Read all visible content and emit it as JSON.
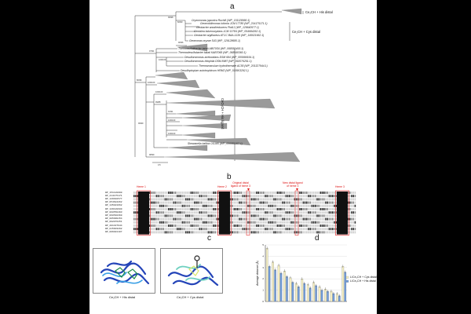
{
  "panels": {
    "a": "a",
    "b": "b",
    "c": "c",
    "d": "d"
  },
  "tree": {
    "clade_annotations": {
      "his_distal": "Ce₂CH + His distal",
      "cys_distal": "Ce₂CH + Cys distal",
      "his_ligand": "CeO₂CH + His ligand"
    },
    "leaves": [
      "Oryzomonas japonica Ruchi6 (WP_151128990.1)",
      "Geomobilimonas luticola JCM 17780 (WP_214175171.1)",
      "Geobacter anodireducens Pkd12 (WP_129640577.1)",
      "Geotalea toluenoxydans JCM 13784 (WP_054684262.1)",
      "Geobacter argillaceus ATCC BAA-1139 (WP_145021662.1)",
      "Geomonas oryzae S43 (WP_129128680.1)",
      "Thermosulfidibacter takaii ABI70S6 (WP_068550493.1)",
      "Thermodesulfobacter takaii KAB7068 (WP_068540360.1)",
      "Desulfuromonas acetoxidans DSM 684 (WP_005999154.1)",
      "Desulfuromonas thiophila DSM 8987 (WP_092076251.1)",
      "Thermomaculum hydrothermale AC55 (WP_201327944.1)",
      "Desulfopiopium autotrophicum HRM2 (WP_015903292.1)",
      "Shewanella baltica OS185 (WP_006081107.1)"
    ],
    "bootstrap": [
      "99/98",
      "82/90",
      "96/96",
      "97/91",
      "100/100",
      "86/96",
      "100/100",
      "100/100",
      "99/88",
      "91/91",
      "100/100",
      "99/99",
      "100/100",
      "98/99"
    ],
    "scale": "0.5"
  },
  "alignment": {
    "ids": [
      "WP_151128990",
      "WP_214175171",
      "WP_129640577",
      "WP_054684262",
      "WP_145021662",
      "WP_129128680",
      "WP_068550493",
      "WP_068540360",
      "WP_005999154",
      "WP_092076251",
      "WP_201327944",
      "WP_015903292",
      "WP_006081107"
    ],
    "heme_labels": [
      "Heme 1",
      "Heme 2",
      "Heme 3"
    ],
    "original_distal": "Original distal\nligand of heme 3",
    "new_distal": "New distal ligand\nof heme 3"
  },
  "structures": {
    "left_caption": "Ce₂CH + His distal",
    "right_caption": "Ce₂CH + Cys distal"
  },
  "chart_data": {
    "type": "bar",
    "ylabel": "Average distance (Å)",
    "yticks": [
      "0",
      "1",
      "2",
      "3",
      "4",
      "5"
    ],
    "ylim": [
      0,
      5
    ],
    "series": [
      {
        "name": "L/Ce₂CH + Cys distal",
        "color": "#f6f0c2",
        "values": [
          4.7,
          3.5,
          3.2,
          2.7,
          2.1,
          1.6,
          2.0,
          1.5,
          1.7,
          1.3,
          1.1,
          0.9,
          0.7,
          3.1
        ]
      },
      {
        "name": "L/Ce₂CH + His distal",
        "color": "#6f9bd8",
        "values": [
          3.1,
          2.8,
          2.5,
          2.2,
          1.7,
          1.3,
          1.6,
          1.2,
          1.4,
          1.0,
          0.9,
          0.7,
          0.5,
          2.6
        ]
      }
    ]
  }
}
